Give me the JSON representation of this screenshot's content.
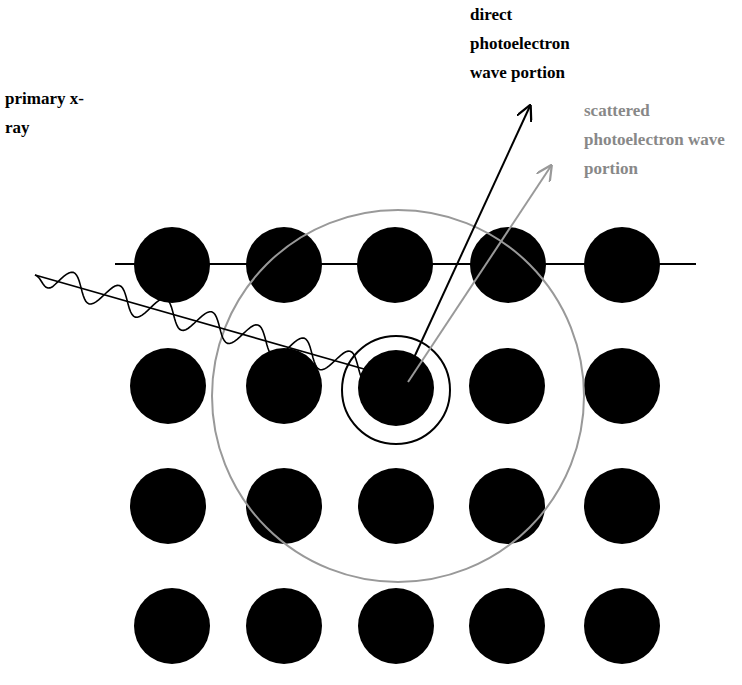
{
  "diagram": {
    "labels": [
      "primary x-ray",
      "direct photoelectron wave portion",
      "scattered photoelectron wave portion"
    ]
  }
}
